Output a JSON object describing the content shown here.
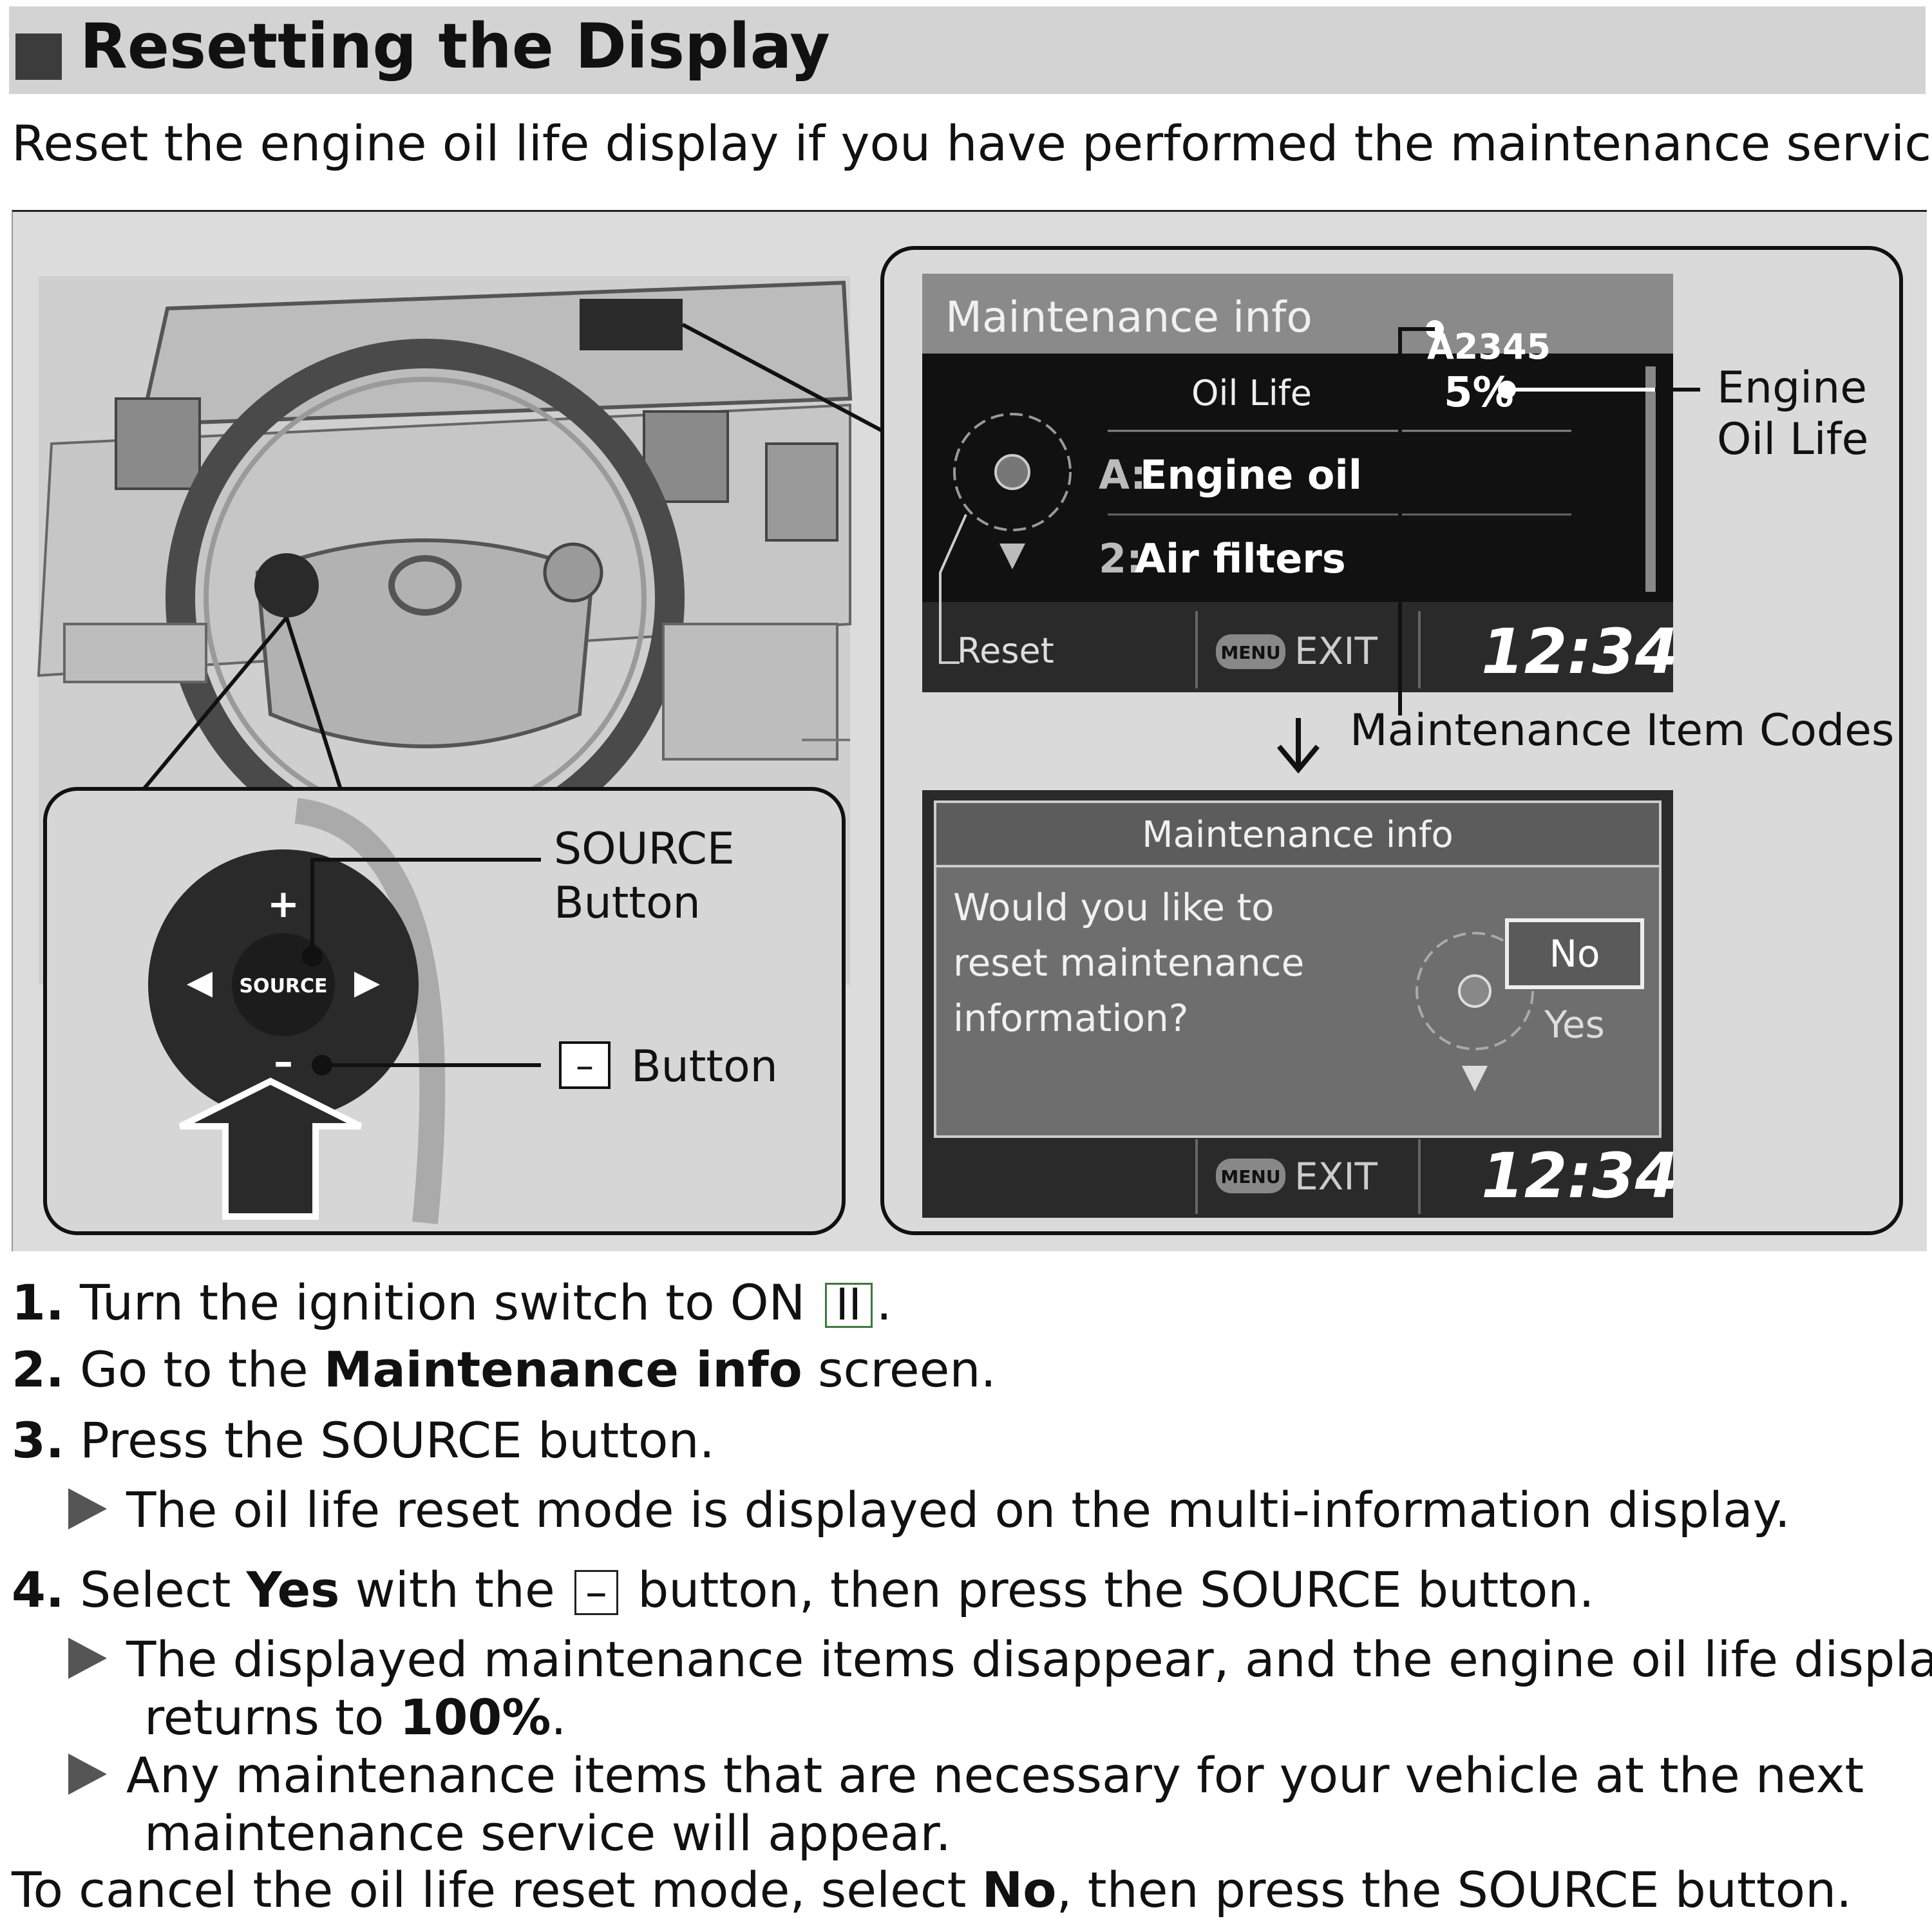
{
  "header": {
    "title": "Resetting the Display"
  },
  "intro": "Reset the engine oil life display if you have performed the maintenance service.",
  "figure": {
    "screen1": {
      "title": "Maintenance info",
      "code": "A2345",
      "oil_life_label": "Oil Life",
      "oil_life_value": "5%",
      "item1_code": "A:",
      "item1_label": "Engine oil",
      "item2_code": "2:",
      "item2_label": "Air filters",
      "reset": "Reset",
      "menu": "MENU",
      "exit": "EXIT",
      "clock": "12:34"
    },
    "screen2": {
      "title": "Maintenance info",
      "line1": "Would you like to",
      "line2": "reset maintenance",
      "line3": "information?",
      "opt_no": "No",
      "opt_yes": "Yes",
      "menu": "MENU",
      "exit": "EXIT",
      "clock": "12:34"
    },
    "callouts": {
      "engine_oil_life_1": "Engine",
      "engine_oil_life_2": "Oil Life",
      "maintenance_item_codes": "Maintenance Item Codes",
      "source_button_1": "SOURCE",
      "source_button_2": "Button",
      "minus_symbol": "–",
      "minus_button": "Button",
      "wheel_source": "SOURCE",
      "wheel_plus": "+",
      "wheel_minus": "–"
    }
  },
  "steps": {
    "s1": {
      "num": "1.",
      "text": "Turn the ignition switch to ON",
      "box": "II",
      "end": "."
    },
    "s2": {
      "num": "2.",
      "pre": "Go to the",
      "bold": "Maintenance info",
      "post": "screen."
    },
    "s3": {
      "num": "3.",
      "text": "Press the SOURCE button.",
      "sub1": "The oil life reset mode is displayed on the multi-information display."
    },
    "s4": {
      "num": "4.",
      "pre": "Select",
      "bold": "Yes",
      "mid": "with the",
      "box": "–",
      "post": "button, then press the SOURCE button.",
      "sub1a": "The displayed maintenance items disappear, and the engine oil life display",
      "sub1b_pre": "returns to",
      "sub1b_bold": "100%",
      "sub1b_post": ".",
      "sub2a": "Any maintenance items that are necessary for your vehicle at the next",
      "sub2b": "maintenance service will appear."
    },
    "cancel": {
      "pre": "To cancel the oil life reset mode, select",
      "bold": "No",
      "post": ", then press the SOURCE button."
    }
  }
}
